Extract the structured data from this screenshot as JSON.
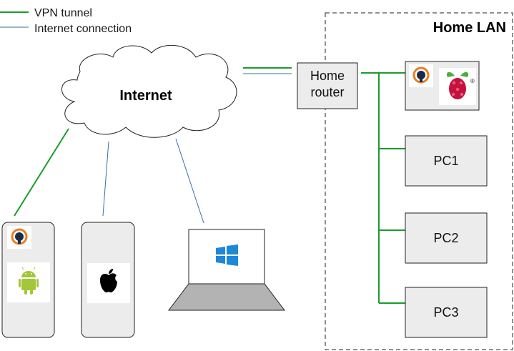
{
  "legend": {
    "vpn_label": "VPN tunnel",
    "internet_label": "Internet connection",
    "vpn_color": "#1a9c2c",
    "internet_color": "#3a6ea5"
  },
  "home_lan": {
    "title": "Home LAN"
  },
  "cloud": {
    "label": "Internet"
  },
  "router": {
    "line1": "Home",
    "line2": "router"
  },
  "lan_nodes": [
    {
      "id": "raspberry-pi",
      "icons": [
        "openvpn-icon",
        "raspberry-pi-icon"
      ]
    },
    {
      "id": "pc1",
      "label": "PC1"
    },
    {
      "id": "pc2",
      "label": "PC2"
    },
    {
      "id": "pc3",
      "label": "PC3"
    }
  ],
  "clients": [
    {
      "id": "android-phone",
      "icons": [
        "openvpn-icon",
        "android-icon"
      ],
      "connection": "VPN tunnel"
    },
    {
      "id": "iphone",
      "icons": [
        "apple-icon"
      ],
      "connection": "Internet connection"
    },
    {
      "id": "windows-laptop",
      "icons": [
        "windows-icon"
      ],
      "connection": "Internet connection"
    }
  ],
  "icons": {
    "raspberry_registered": "®"
  }
}
